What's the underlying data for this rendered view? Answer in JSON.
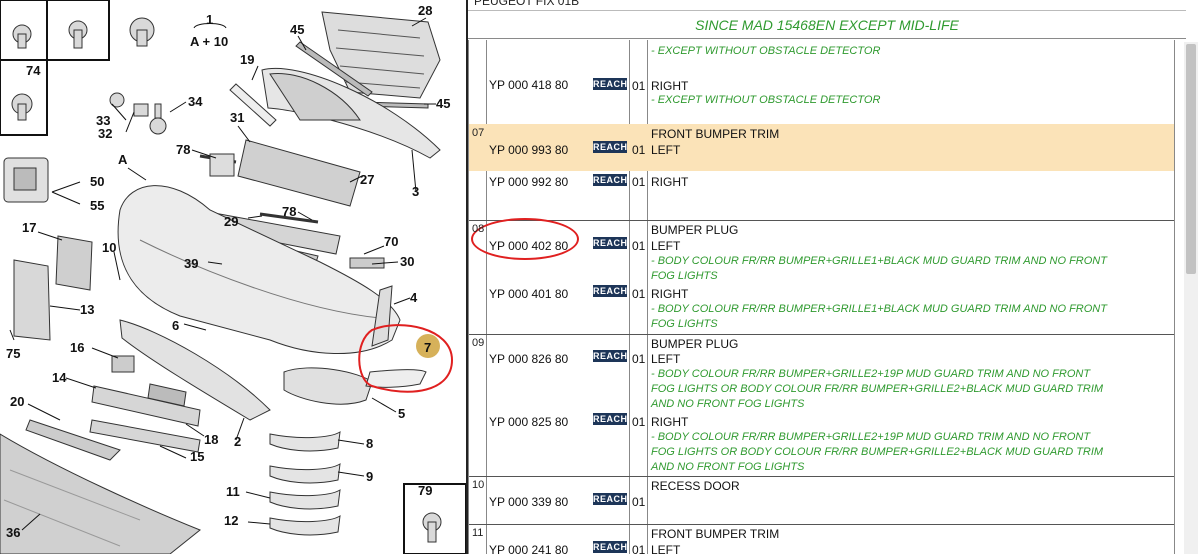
{
  "diagram": {
    "callouts": [
      "74",
      "36",
      "1",
      "A + 10",
      "28",
      "45",
      "45",
      "19",
      "34",
      "33",
      "32",
      "31",
      "78",
      "27",
      "3",
      "A",
      "50",
      "55",
      "29",
      "78",
      "70",
      "17",
      "10",
      "30",
      "39",
      "4",
      "13",
      "75",
      "6",
      "7",
      "16",
      "14",
      "20",
      "18",
      "2",
      "5",
      "8",
      "15",
      "9",
      "11",
      "12",
      "79"
    ],
    "highlight_color": "#e02020"
  },
  "panel": {
    "top_partial_title": "PEUGEOT FIX 01B",
    "since_text": "SINCE MAD 15468EN EXCEPT MID-LIFE",
    "reach_label": "REACH",
    "rows": [
      {
        "group": "",
        "lines": [
          {
            "part": "",
            "qty": "",
            "name": "",
            "notes": [
              "- EXCEPT WITHOUT OBSTACLE DETECTOR"
            ]
          },
          {
            "part": "YP 000 418 80",
            "qty": "01",
            "name": "RIGHT",
            "notes": [
              "- EXCEPT WITHOUT OBSTACLE DETECTOR"
            ]
          }
        ]
      },
      {
        "group": "07",
        "title": "FRONT BUMPER TRIM",
        "lines": [
          {
            "part": "YP 000 993 80",
            "qty": "01",
            "name": "LEFT",
            "notes": []
          },
          {
            "part": "YP 000 992 80",
            "qty": "01",
            "name": "RIGHT",
            "notes": []
          }
        ]
      },
      {
        "group": "08",
        "title": "BUMPER PLUG",
        "lines": [
          {
            "part": "YP 000 402 80",
            "qty": "01",
            "name": "LEFT",
            "notes": [
              "- BODY COLOUR FR/RR BUMPER+GRILLE1+BLACK MUD GUARD TRIM AND NO FRONT",
              "FOG LIGHTS"
            ]
          },
          {
            "part": "YP 000 401 80",
            "qty": "01",
            "name": "RIGHT",
            "notes": [
              "- BODY COLOUR FR/RR BUMPER+GRILLE1+BLACK MUD GUARD TRIM AND NO FRONT",
              "FOG LIGHTS"
            ]
          }
        ]
      },
      {
        "group": "09",
        "title": "BUMPER PLUG",
        "lines": [
          {
            "part": "YP 000 826 80",
            "qty": "01",
            "name": "LEFT",
            "notes": [
              "- BODY COLOUR FR/RR BUMPER+GRILLE2+19P MUD GUARD TRIM AND NO FRONT",
              "FOG LIGHTS OR BODY COLOUR FR/RR BUMPER+GRILLE2+BLACK MUD GUARD TRIM",
              "AND NO FRONT FOG LIGHTS"
            ]
          },
          {
            "part": "YP 000 825 80",
            "qty": "01",
            "name": "RIGHT",
            "notes": [
              "- BODY COLOUR FR/RR BUMPER+GRILLE2+19P MUD GUARD TRIM AND NO FRONT",
              "FOG LIGHTS OR BODY COLOUR FR/RR BUMPER+GRILLE2+BLACK MUD GUARD TRIM",
              "AND NO FRONT FOG LIGHTS"
            ]
          }
        ]
      },
      {
        "group": "10",
        "title": "RECESS DOOR",
        "lines": [
          {
            "part": "YP 000 339 80",
            "qty": "01",
            "name": "",
            "notes": []
          }
        ]
      },
      {
        "group": "11",
        "title": "FRONT BUMPER TRIM",
        "lines": [
          {
            "part": "YP 000 241 80",
            "qty": "01",
            "name": "LEFT",
            "notes": []
          }
        ]
      }
    ],
    "colors": {
      "note_green": "#2f9a2f",
      "highlight_row": "#fbe3b8",
      "reach_badge": "#1d3558"
    }
  }
}
